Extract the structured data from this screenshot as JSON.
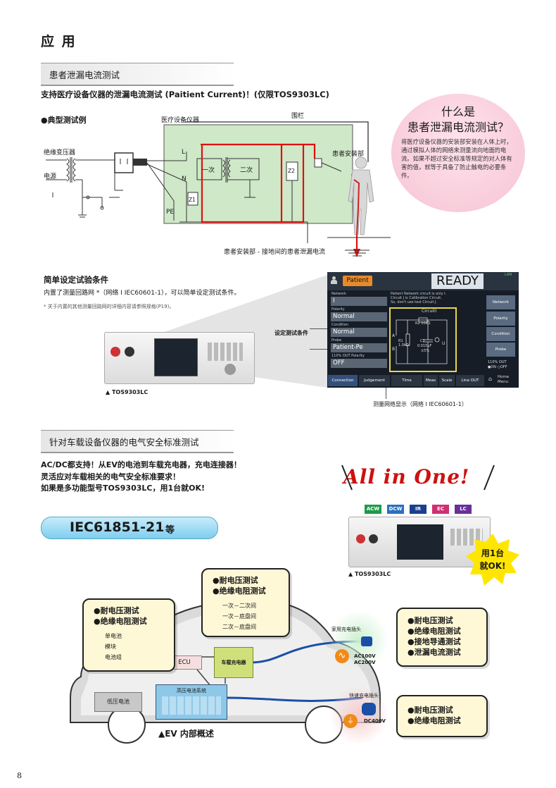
{
  "page": {
    "title": "应 用",
    "page_number": "8"
  },
  "section1": {
    "heading": "患者泄漏电流测试",
    "intro": "支持医疗设备仪器的泄漏电流测试 (Paitient Current)！(仅限TOS9303LC)",
    "example_label": "●典型测试例",
    "diagram": {
      "medical_device": "医疗设备仪器",
      "fence": "围栏",
      "isolation_transformer": "绝缘变压器",
      "power_source": "电源",
      "L": "L",
      "N": "N",
      "PE": "PE",
      "primary": "一次",
      "secondary": "二次",
      "Z1": "Z1",
      "Z2": "Z2",
      "patient_part": "患者安装部",
      "caption": "患者安装部 - 接地间的患者泄漏电流"
    },
    "bubble": {
      "title_line1": "什么是",
      "title_line2": "患者泄漏电流测试？",
      "body": "将医疗设备仪器的安装部安装在人体上时，通过模拟人体的网络来测量流向地面的电流。如果不超过安全标准等规定的对人体有害的值，就等于具备了防止触电的必要条件。"
    },
    "simple_setup": {
      "title": "简单设定试验条件",
      "desc": "内置了测量回路网 *（网络 I IEC60601-1），可以简单设定测试条件。",
      "note": "* 关于内置的其他测量回路网的详细内容请参照规格(P19)。",
      "condition_label": "设定测试条件",
      "product_caption": "▲ TOS9303LC",
      "screen_caption": "测量网络显示（网络 I IEC60601-1）"
    },
    "screen": {
      "mode": "Patient",
      "status": "READY",
      "lan": "LAN",
      "info_lines": [
        "Patient Network circuit is only I.",
        "Circuit J is Calibration Circuit.",
        "So, don't use test Circuit J."
      ],
      "fields": [
        {
          "label": "Network",
          "value": "I"
        },
        {
          "label": "Polarity",
          "value": "Normal"
        },
        {
          "label": "Condition",
          "value": "Normal"
        },
        {
          "label": "Probe",
          "value": "Patient-Pe"
        },
        {
          "label": "110% OUT Polarity",
          "value": "OFF"
        }
      ],
      "circuit_title": "CircuitI",
      "circuit": {
        "r2": "R2 10kΩ",
        "r1": "R1",
        "r1v": "1.0kΩ",
        "c2": "C2",
        "c2v": "0.015μF",
        "c2t": "±5%",
        "a": "A",
        "b": "B",
        "u": "U"
      },
      "side_buttons": [
        "Network",
        "Polarity",
        "Condition",
        "Probe"
      ],
      "side_out_label": "110% OUT",
      "side_out_options": "●ON  ○OFF",
      "tabs": [
        "Connection",
        "Judgement",
        "Time",
        "Meas",
        "Scale",
        "Line OUT"
      ],
      "home": "Home Menu"
    }
  },
  "section2": {
    "heading": "针对车载设备仪器的电气安全标准测试",
    "lines": [
      "AC/DC都支持！从EV的电池到车载充电器，充电连接器！",
      "灵活应对车载相关的电气安全标准要求！",
      "如果是多功能型号TOS9303LC，用1台就OK!"
    ],
    "standard_label": "IEC61851-21",
    "standard_suffix": "等",
    "all_in_one": "All in One!",
    "functions": [
      "ACW",
      "DCW",
      "IR",
      "EC",
      "LC"
    ],
    "function_colors": [
      "#1f9a4a",
      "#2a70c0",
      "#1a3f8f",
      "#d02f72",
      "#6a2f9a"
    ],
    "badge_line1": "用1台",
    "badge_line2": "就OK!",
    "product_caption": "▲ TOS9303LC",
    "ev": {
      "caption": "▲EV 内部概述",
      "battery_bubble": {
        "items": [
          "●耐电压测试",
          "●绝缘电阻测试"
        ],
        "sub": [
          "单电池",
          "模块",
          "电池组"
        ]
      },
      "charger_bubble": {
        "items": [
          "●耐电压测试",
          "●绝缘电阻测试"
        ],
        "sub": [
          "一次－二次间",
          "一次－底盘间",
          "二次－底盘间"
        ]
      },
      "home_bubble": {
        "items": [
          "●耐电压测试",
          "●绝缘电阻测试",
          "●接地导通测试",
          "●泄漏电流测试"
        ]
      },
      "fast_bubble": {
        "items": [
          "●耐电压测试",
          "●绝缘电阻测试"
        ]
      },
      "ecu": "ECU",
      "charger": "车载充电器",
      "hv_battery": "高压电池系统",
      "lv_battery": "低压电池",
      "home_plug": "家用充电插头",
      "home_voltages": [
        "AC100V",
        "AC200V"
      ],
      "fast_plug": "快速充电插头",
      "fast_voltage": "DC400V"
    }
  }
}
